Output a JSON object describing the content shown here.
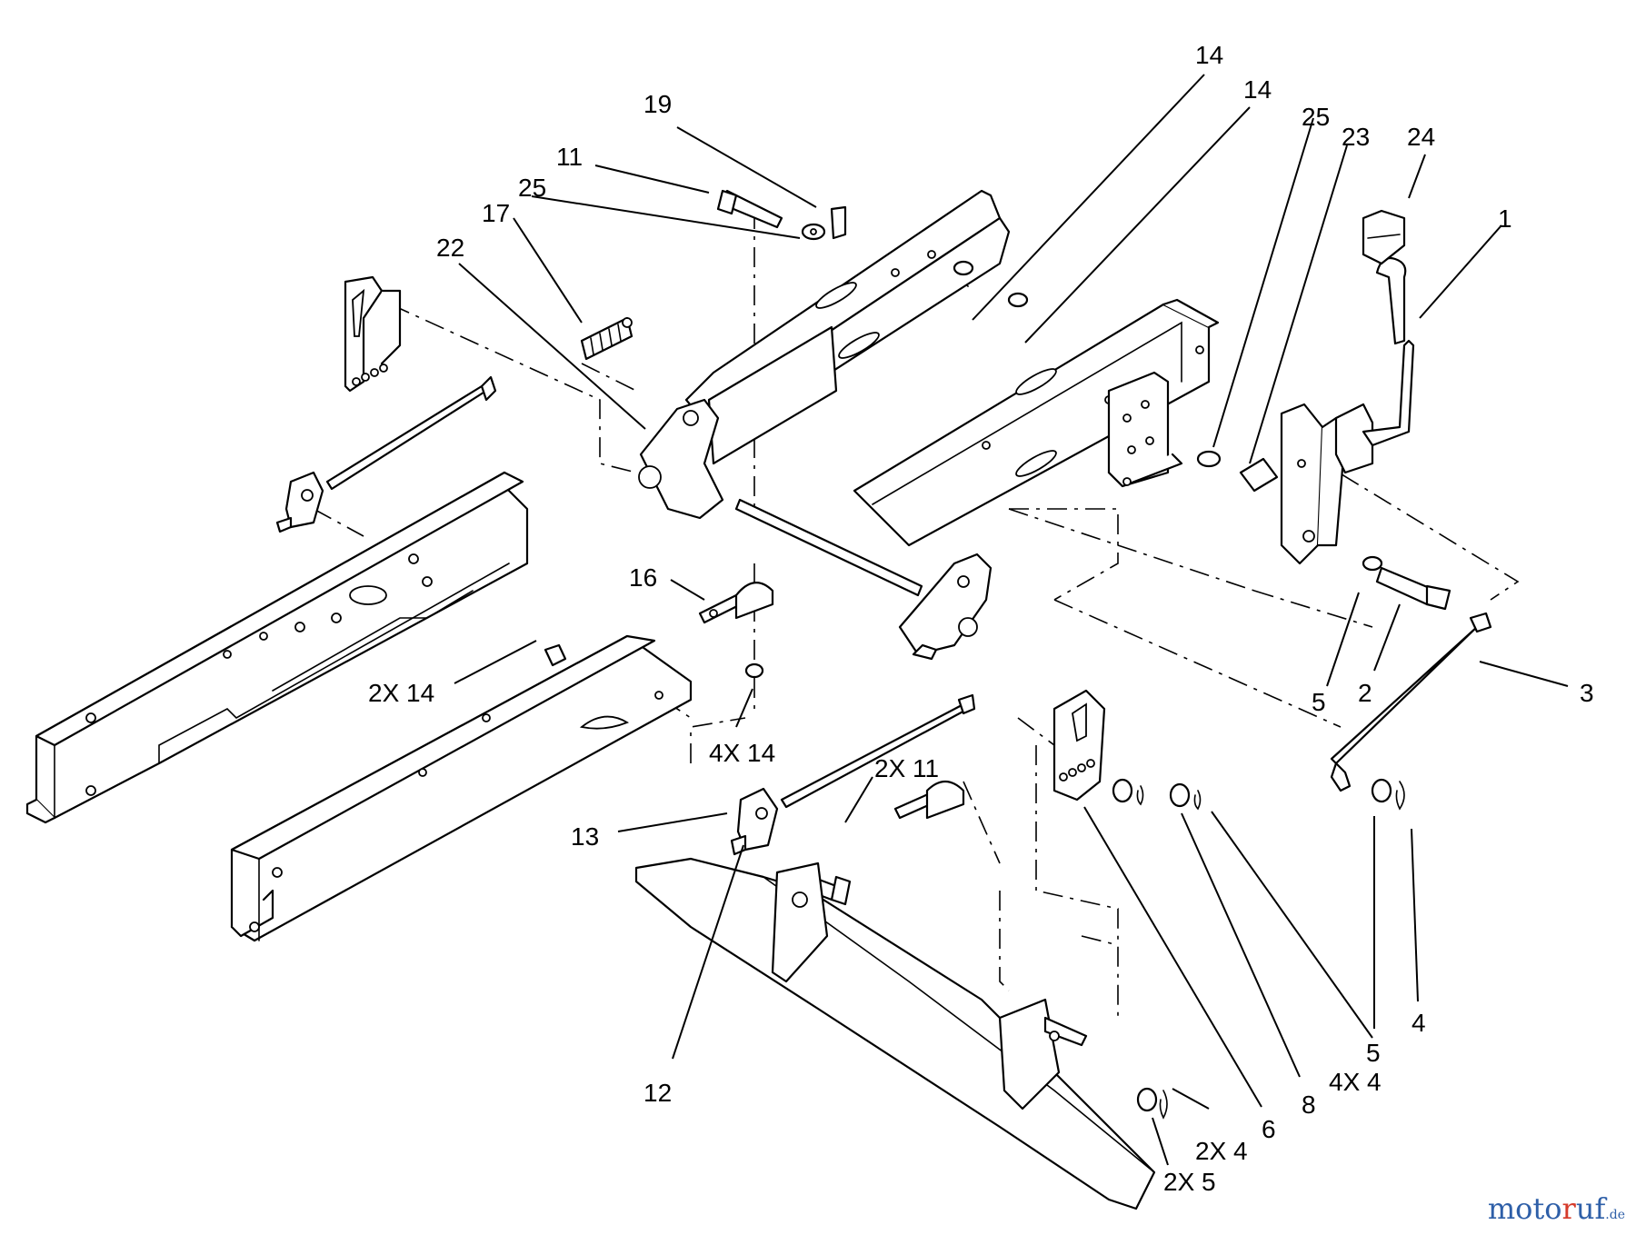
{
  "callouts": [
    {
      "id": "c19",
      "text": "19"
    },
    {
      "id": "c11",
      "text": "11"
    },
    {
      "id": "c17",
      "text": "17"
    },
    {
      "id": "c25a",
      "text": "25"
    },
    {
      "id": "c22",
      "text": "22"
    },
    {
      "id": "c14a",
      "text": "14"
    },
    {
      "id": "c14b",
      "text": "14"
    },
    {
      "id": "c25b",
      "text": "25"
    },
    {
      "id": "c23",
      "text": "23"
    },
    {
      "id": "c24",
      "text": "24"
    },
    {
      "id": "c1",
      "text": "1"
    },
    {
      "id": "c16",
      "text": "16"
    },
    {
      "id": "c2x14",
      "text": "2X 14"
    },
    {
      "id": "c4x14",
      "text": "4X 14"
    },
    {
      "id": "c2x11",
      "text": "2X 11"
    },
    {
      "id": "c13",
      "text": "13"
    },
    {
      "id": "c12",
      "text": "12"
    },
    {
      "id": "c5a",
      "text": "5"
    },
    {
      "id": "c2",
      "text": "2"
    },
    {
      "id": "c3",
      "text": "3"
    },
    {
      "id": "c6",
      "text": "6"
    },
    {
      "id": "c8",
      "text": "8"
    },
    {
      "id": "c5b",
      "text": "5"
    },
    {
      "id": "c4x4",
      "text": "4X 4"
    },
    {
      "id": "c4",
      "text": "4"
    },
    {
      "id": "c2x4",
      "text": "2X 4"
    },
    {
      "id": "c2x5",
      "text": "2X 5"
    }
  ],
  "watermark": {
    "part1": "moto",
    "part2": "r",
    "part3": "uf",
    "part4": ".de"
  },
  "colors": {
    "line": "#000000",
    "background": "#ffffff",
    "brand_blue": "#2e5fa8",
    "brand_red": "#d53a2a"
  }
}
